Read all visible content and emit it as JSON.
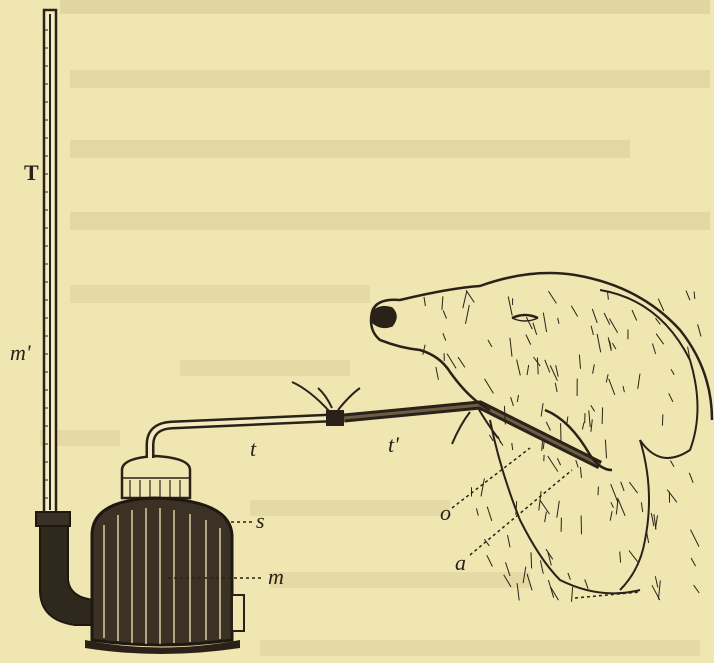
{
  "figure": {
    "labels": {
      "thermometer": "T",
      "mark": "m'",
      "tube": "t",
      "tube_second": "t'",
      "stopper": "s",
      "bottle": "m",
      "incision_o": "o",
      "incision_a": "a"
    }
  },
  "colors": {
    "paper": "#efe6b2",
    "ink": "#2a2218",
    "show_through": "#d9cd98"
  }
}
